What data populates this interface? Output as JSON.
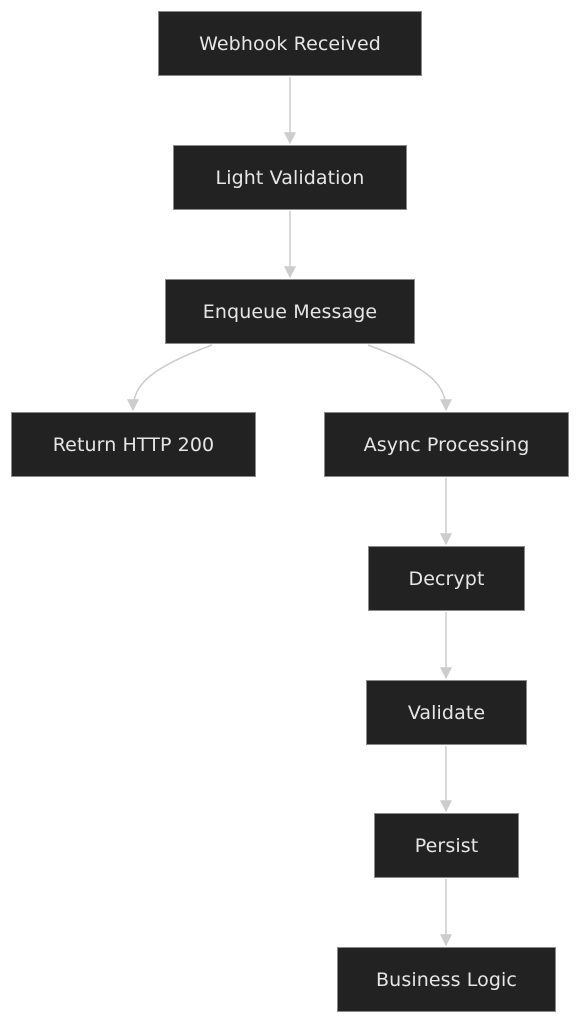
{
  "diagram": {
    "type": "flowchart",
    "direction": "top-down",
    "colors": {
      "node_fill": "#222222",
      "node_border": "#8a8a8a",
      "node_text": "#e6e6e6",
      "edge": "#cccccc",
      "background": "#ffffff"
    },
    "nodes": {
      "webhook": "Webhook Received",
      "light_validation": "Light Validation",
      "enqueue": "Enqueue Message",
      "return_http": "Return HTTP 200",
      "async": "Async Processing",
      "decrypt": "Decrypt",
      "validate": "Validate",
      "persist": "Persist",
      "business": "Business Logic"
    },
    "edges": [
      [
        "webhook",
        "light_validation"
      ],
      [
        "light_validation",
        "enqueue"
      ],
      [
        "enqueue",
        "return_http"
      ],
      [
        "enqueue",
        "async"
      ],
      [
        "async",
        "decrypt"
      ],
      [
        "decrypt",
        "validate"
      ],
      [
        "validate",
        "persist"
      ],
      [
        "persist",
        "business"
      ]
    ]
  }
}
